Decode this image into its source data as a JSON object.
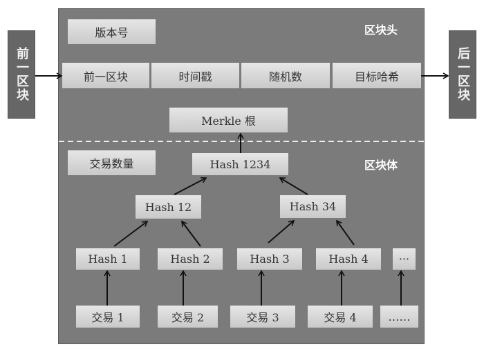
{
  "prev_block": "前一区块",
  "next_block": "后一区块",
  "header": {
    "label": "区块头",
    "version": "版本号",
    "fields": [
      "前一区块",
      "时间戳",
      "随机数",
      "目标哈希"
    ],
    "merkle_root": "Merkle 根"
  },
  "body": {
    "label": "区块体",
    "tx_count": "交易数量",
    "hash_root": "Hash 1234",
    "level2": [
      "Hash 12",
      "Hash 34"
    ],
    "level1": [
      "Hash 1",
      "Hash 2",
      "Hash 3",
      "Hash 4",
      "···"
    ],
    "transactions": [
      "交易 1",
      "交易 2",
      "交易 3",
      "交易 4",
      "……"
    ]
  },
  "colors": {
    "block_bg": "#7b7b7b",
    "box_bg": "#d8d8d8",
    "side_bg": "#666666"
  }
}
